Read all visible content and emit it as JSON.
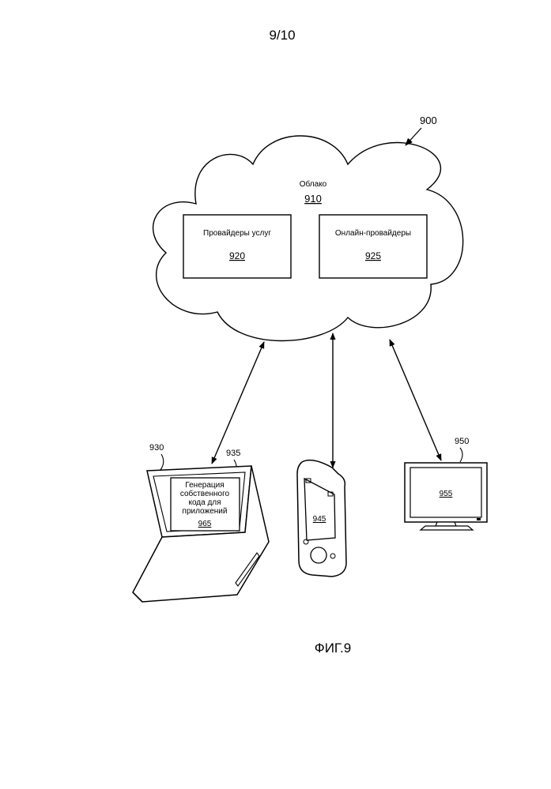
{
  "page_number": "9/10",
  "figure_caption": "ФИГ.9",
  "ref_system": "900",
  "cloud": {
    "label": "Облако",
    "ref": "910",
    "service_providers": {
      "label": "Провайдеры услуг",
      "ref": "920"
    },
    "online_providers": {
      "label": "Онлайн-провайдеры",
      "ref": "925"
    }
  },
  "laptop": {
    "ref": "930",
    "screen_ref": "935",
    "app_lines": [
      "Генерация",
      "собственного",
      "кода для",
      "приложений"
    ],
    "app_ref": "965"
  },
  "handheld": {
    "screen_ref": "945"
  },
  "monitor": {
    "ref": "950",
    "screen_ref": "955"
  }
}
